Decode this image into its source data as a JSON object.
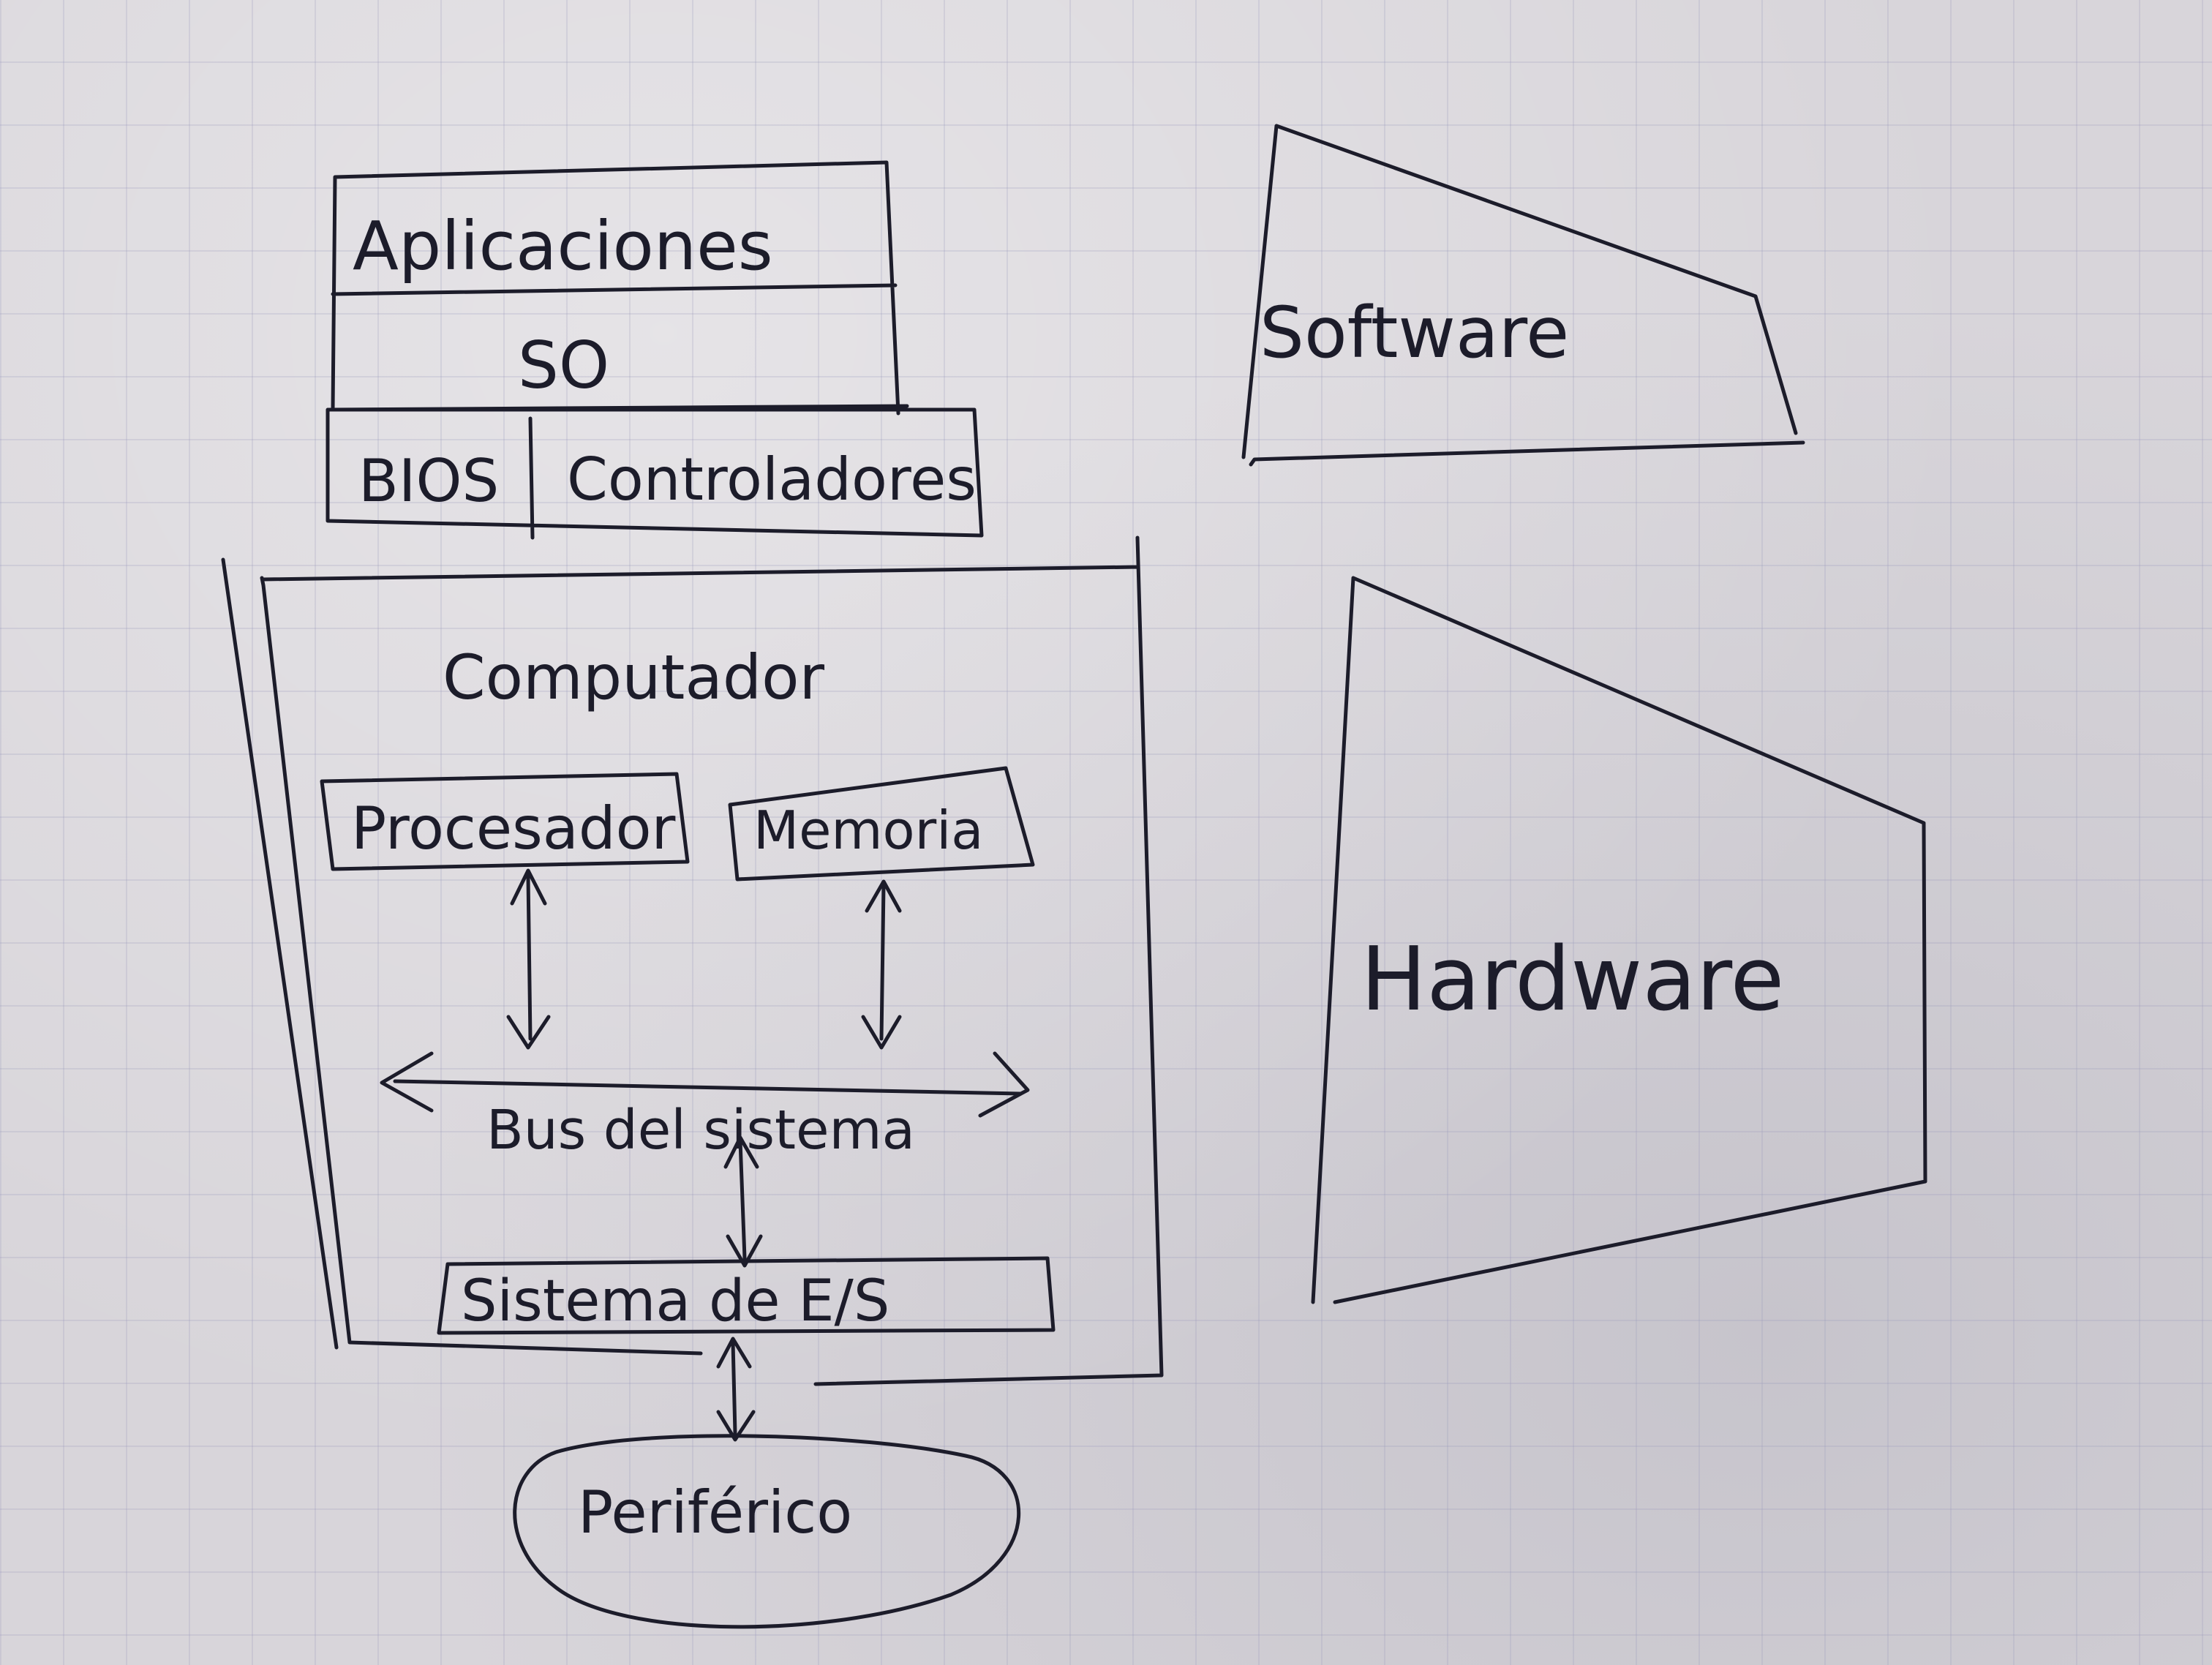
{
  "diagram": {
    "stack": {
      "apps": "Aplicaciones",
      "os": "SO",
      "bios": "BIOS",
      "drivers": "Controladores"
    },
    "computer": {
      "title": "Computador",
      "processor": "Procesador",
      "memory": "Memoria",
      "bus": "Bus del sistema",
      "io": "Sistema de E/S"
    },
    "peripheral": "Periférico",
    "software": "Software",
    "hardware": "Hardware"
  }
}
